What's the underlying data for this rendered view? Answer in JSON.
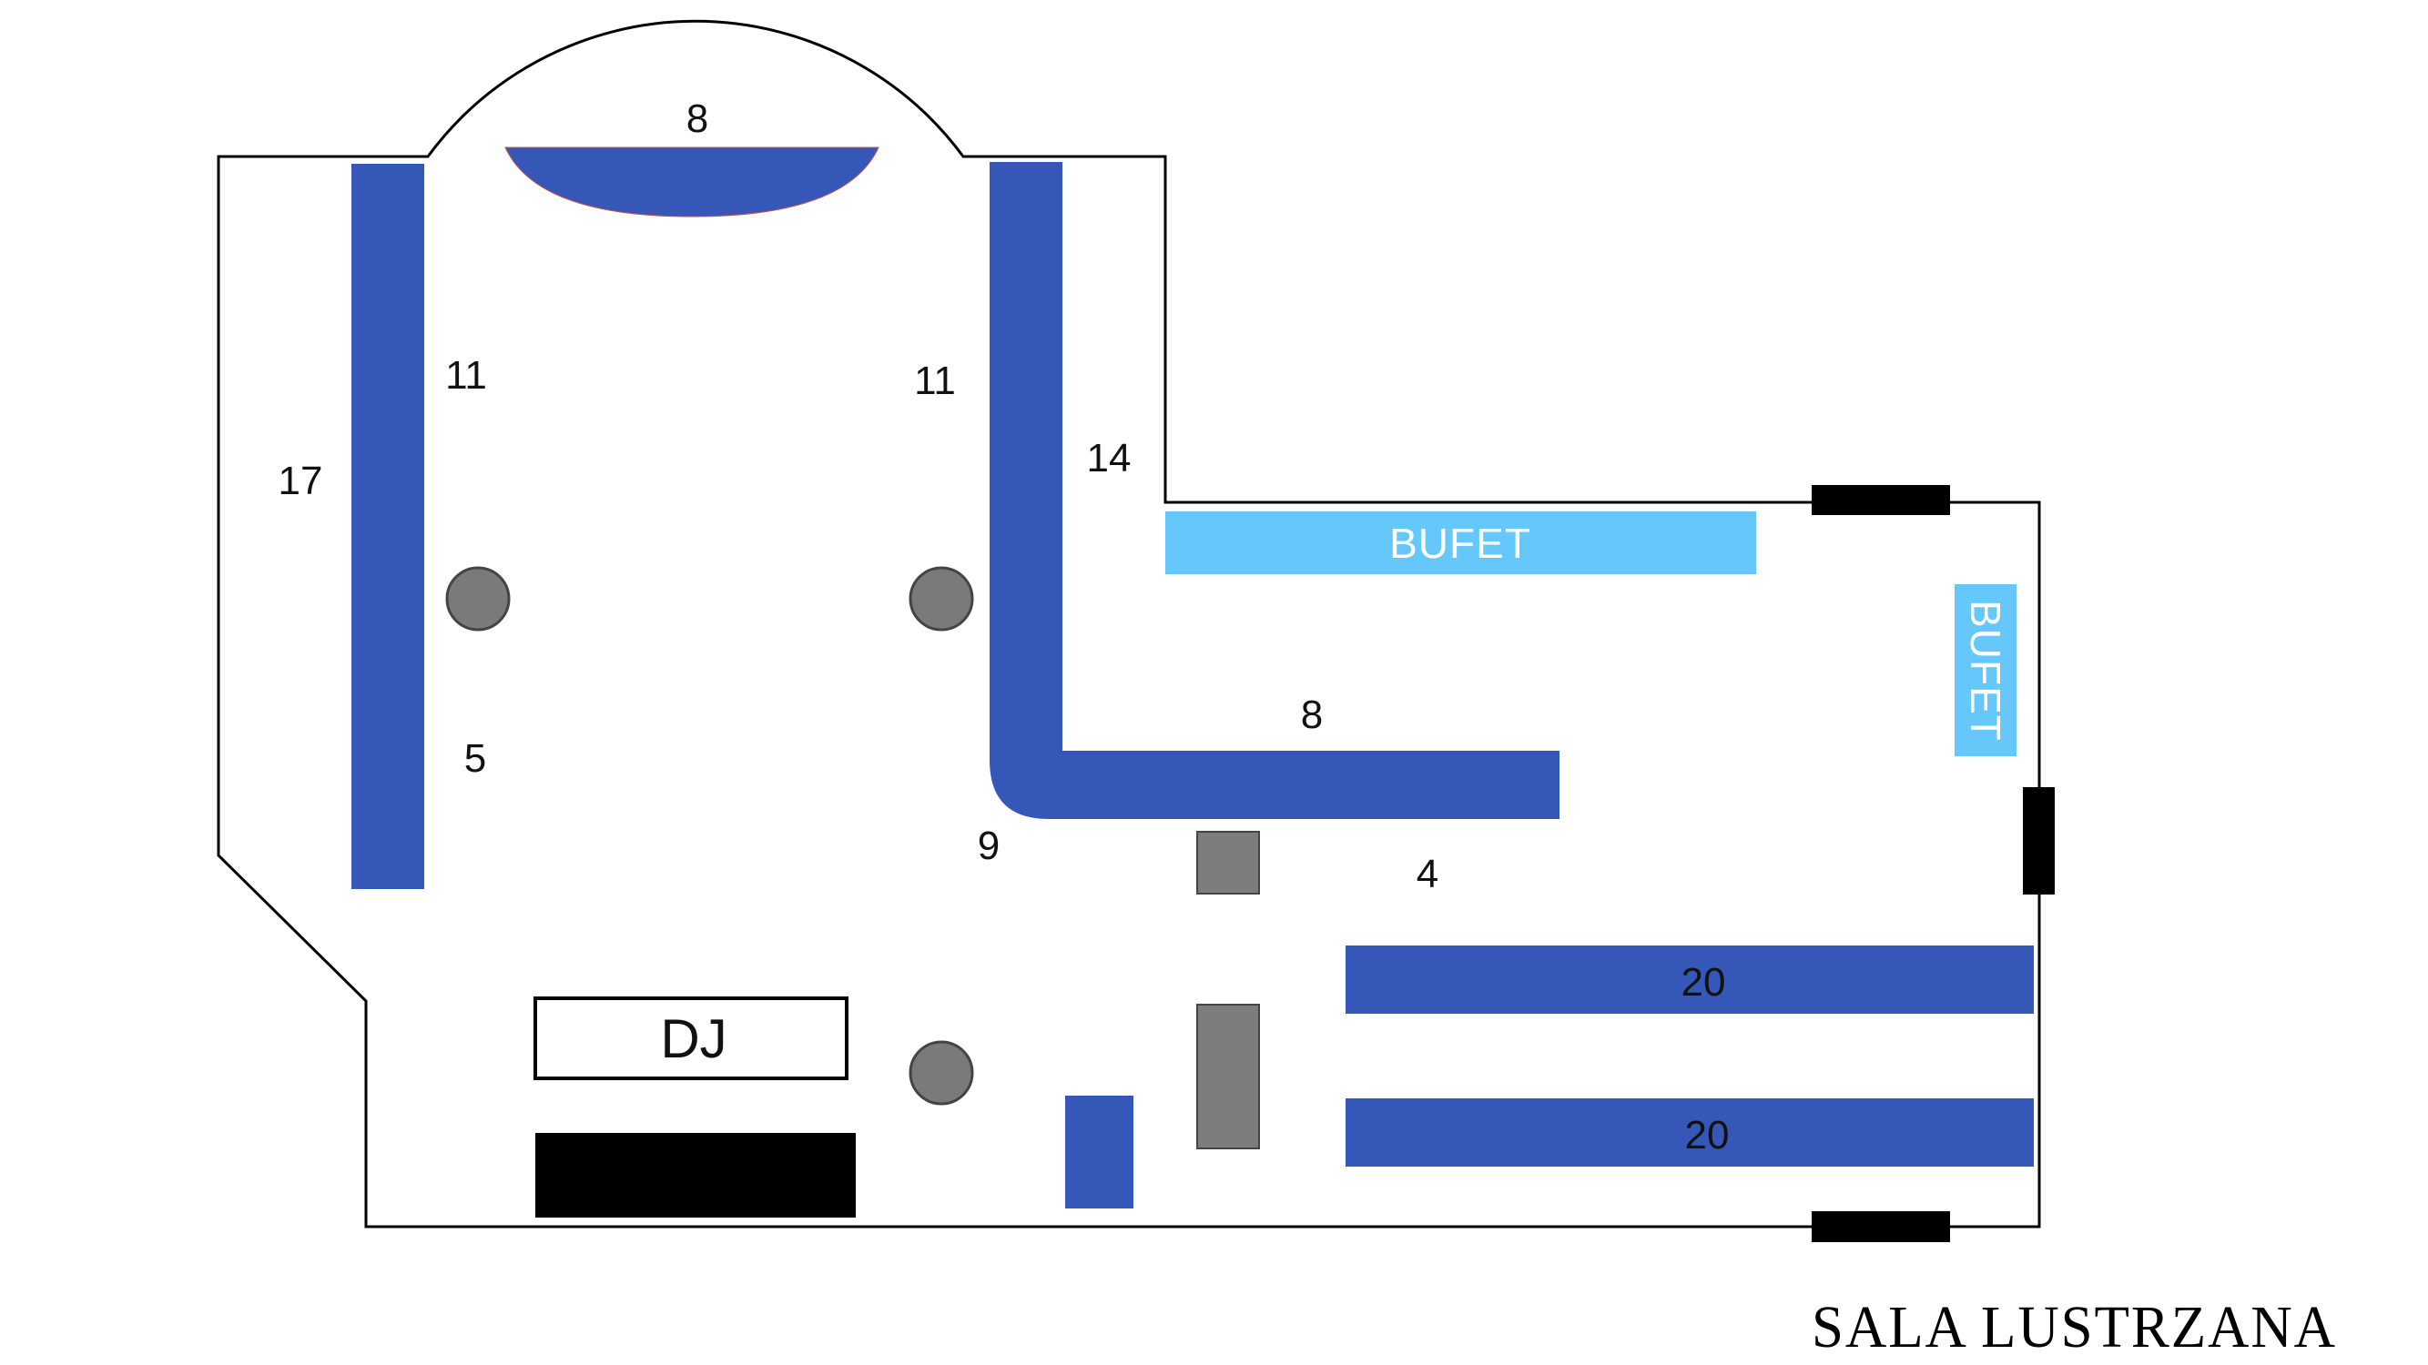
{
  "title": "SALA LUSTRZANA",
  "colors": {
    "table": "#3558b8",
    "bufet": "#66c8fa",
    "bufet_text": "#ffffff",
    "pillar": "#7a7a7a",
    "stand": "#7d7d7d",
    "door": "#000000",
    "wall": "#000000",
    "stage": "#000000"
  },
  "tables": {
    "arc_top": {
      "seats": "8"
    },
    "left_long": {
      "seats_outer": "17",
      "seats_inner_top": "11",
      "seats_inner_bottom": "5"
    },
    "middle_vertical": {
      "seats_left": "11",
      "seats_right": "14"
    },
    "corner": {
      "seats": "9"
    },
    "middle_horizontal": {
      "seats": "8"
    },
    "small_corner": {
      "seats": "4"
    },
    "right_top": {
      "seats": "20"
    },
    "right_bottom": {
      "seats": "20"
    }
  },
  "bufet": {
    "horizontal_label": "BUFET",
    "vertical_label": "BUFET"
  },
  "dj_label": "DJ"
}
